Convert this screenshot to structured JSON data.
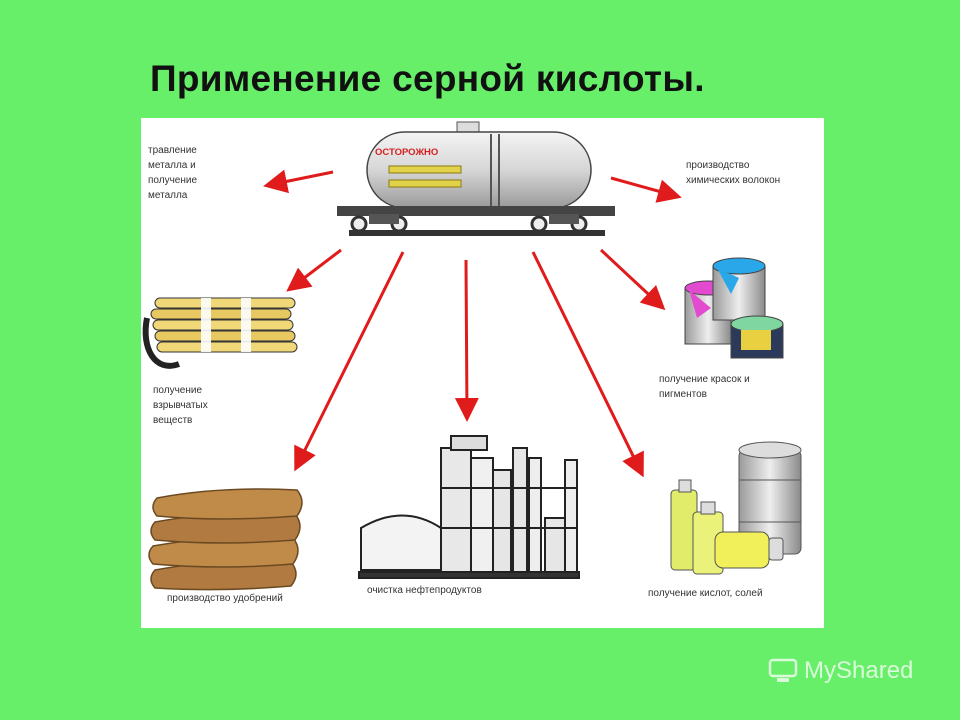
{
  "title": "Применение серной кислоты.",
  "tank_label": "ОСТОРОЖНО",
  "labels": {
    "metal": "травление\nметалла и\nполучение\nметалла",
    "fibers": "производство\nхимических волокон",
    "explosives": "получение\nвзрывчатых\nвеществ",
    "paints": "получение красок и\nпигментов",
    "fertilizers": "производство удобрений",
    "oil": "очистка нефтепродуктов",
    "acids": "получение кислот, солей"
  },
  "watermark": "MyShared",
  "colors": {
    "background": "#67ef6a",
    "arrow": "#e01b1b",
    "panel": "#ffffff"
  }
}
